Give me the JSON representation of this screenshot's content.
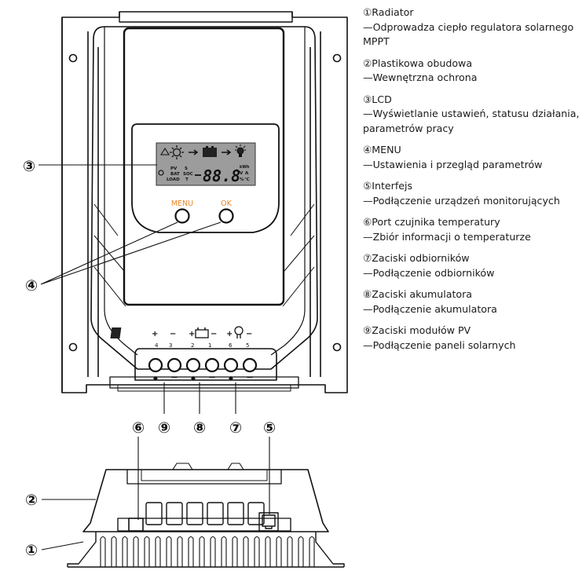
{
  "device": {
    "menu_label": "MENU",
    "ok_label": "OK",
    "lcd_readout": "88.8",
    "lcd_small": [
      "PV",
      "BAT",
      "LOAD",
      "S",
      "SOC",
      "T"
    ],
    "lcd_units": [
      "kWh",
      "V",
      "A",
      "%",
      "℃"
    ],
    "terminal_labels": [
      {
        "digits": [
          "4",
          "3"
        ]
      },
      {
        "digits": [
          "2",
          "1"
        ]
      },
      {
        "digits": [
          "6",
          "5"
        ]
      }
    ]
  },
  "callouts": [
    {
      "id": "1",
      "mark": "①"
    },
    {
      "id": "2",
      "mark": "②"
    },
    {
      "id": "3",
      "mark": "③"
    },
    {
      "id": "4",
      "mark": "④"
    },
    {
      "id": "5",
      "mark": "⑤"
    },
    {
      "id": "6",
      "mark": "⑥"
    },
    {
      "id": "7",
      "mark": "⑦"
    },
    {
      "id": "8",
      "mark": "⑧"
    },
    {
      "id": "9",
      "mark": "⑨"
    }
  ],
  "legend": [
    {
      "title": "①Radiator",
      "desc": "—Odprowadza ciepło regulatora solarnego MPPT"
    },
    {
      "title": "②Plastikowa obudowa",
      "desc": "—Wewnętrzna ochrona"
    },
    {
      "title": "③LCD",
      "desc": "—Wyświetlanie ustawień, statusu działania, parametrów pracy"
    },
    {
      "title": "④MENU",
      "desc": "—Ustawienia i przegląd parametrów"
    },
    {
      "title": "⑤Interfejs",
      "desc": "—Podłączenie urządzeń monitorujących"
    },
    {
      "title": "⑥Port czujnika temperatury",
      "desc": "—Zbiór informacji o temperaturze"
    },
    {
      "title": "⑦Zaciski odbiorników",
      "desc": "—Podłączenie odbiorników"
    },
    {
      "title": "⑧Zaciski akumulatora",
      "desc": "—Podłączenie akumulatora"
    },
    {
      "title": "⑨Zaciski modułów PV",
      "desc": "—Podłączenie paneli solarnych"
    }
  ],
  "colors": {
    "outline": "#111111",
    "lcd_bg": "#9c9c9c",
    "button_label": "#e8862a"
  }
}
